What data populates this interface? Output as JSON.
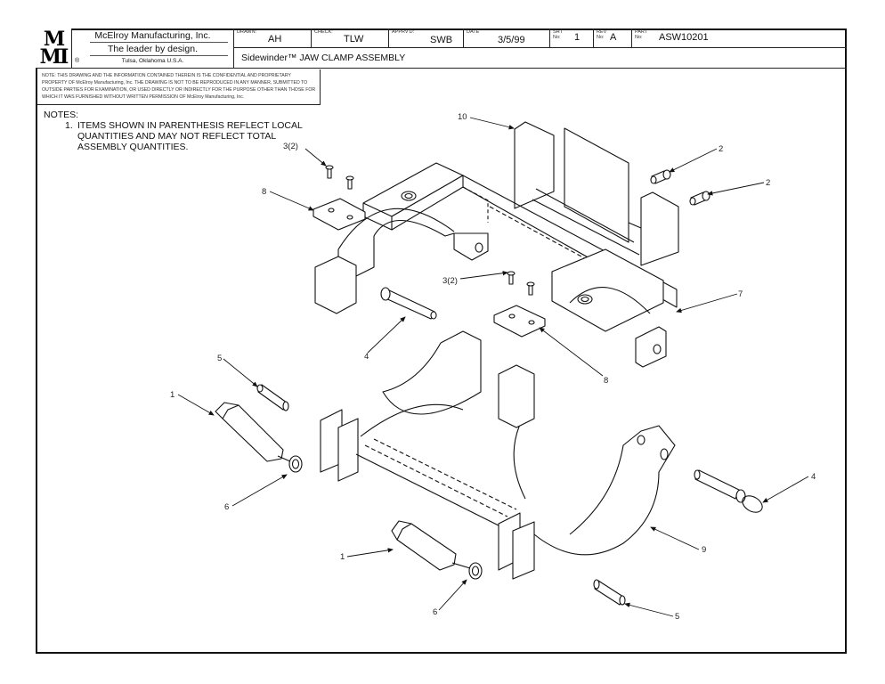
{
  "title_block": {
    "logo_text": [
      "M",
      "MI"
    ],
    "company_name": "McElroy Manufacturing, Inc.",
    "slogan": "The leader by design.",
    "location": "Tulsa, Oklahoma U.S.A.",
    "registered_mark": "®",
    "drawn_label": "DRAWN:",
    "drawn_value": "AH",
    "check_label": "CHECK:",
    "check_value": "TLW",
    "approved_label": "APPRV'D:",
    "approved_value": "SWB",
    "date_label": "DATE",
    "date_value": "3/5/99",
    "sheet_label": "SHT No:",
    "sheet_value": "1",
    "rev_label": "REV No:",
    "rev_value": "A",
    "part_label": "PART No:",
    "part_value": "ASW10201",
    "drawing_title": "Sidewinder™ JAW CLAMP ASSEMBLY"
  },
  "disclaimer": "NOTE: THIS DRAWING AND THE INFORMATION CONTAINED THEREIN IS THE CONFIDENTIAL AND PROPRIETARY PROPERTY OF McElroy Manufacturing, Inc. THE DRAWING IS NOT TO BE REPRODUCED IN ANY MANNER, SUBMITTED TO OUTSIDE PARTIES FOR EXAMINATION, OR USED DIRECTLY OR INDIRECTLY FOR THE PURPOSE OTHER THAN THOSE FOR WHICH IT WAS FURNISHED WITHOUT WRITTEN PERMISSION OF McElroy Manufacturing, Inc.",
  "notes": {
    "heading": "NOTES:",
    "items": [
      {
        "number": "1.",
        "text": "ITEMS SHOWN IN PARENTHESIS REFLECT LOCAL QUANTITIES AND MAY NOT REFLECT TOTAL ASSEMBLY QUANTITIES."
      }
    ]
  },
  "callouts": [
    {
      "label": "10",
      "part": "jaw-insert-bracket"
    },
    {
      "label": "3(2)",
      "part": "flat-head-screws-upper"
    },
    {
      "label": "2",
      "part": "shoulder-bolt-a"
    },
    {
      "label": "2",
      "part": "shoulder-bolt-b"
    },
    {
      "label": "8",
      "part": "retainer-plate-upper"
    },
    {
      "label": "3(2)",
      "part": "flat-head-screws-middle"
    },
    {
      "label": "7",
      "part": "upper-jaw-frame"
    },
    {
      "label": "4",
      "part": "hinge-pin-upper"
    },
    {
      "label": "8",
      "part": "retainer-plate-middle"
    },
    {
      "label": "5",
      "part": "dowel-pin-left"
    },
    {
      "label": "1",
      "part": "clamp-knob-left"
    },
    {
      "label": "6",
      "part": "eye-bolt-left"
    },
    {
      "label": "4",
      "part": "hinge-pin-with-ring"
    },
    {
      "label": "9",
      "part": "lower-jaw-frame"
    },
    {
      "label": "1",
      "part": "clamp-knob-bottom"
    },
    {
      "label": "6",
      "part": "eye-bolt-bottom"
    },
    {
      "label": "5",
      "part": "dowel-pin-right"
    }
  ]
}
